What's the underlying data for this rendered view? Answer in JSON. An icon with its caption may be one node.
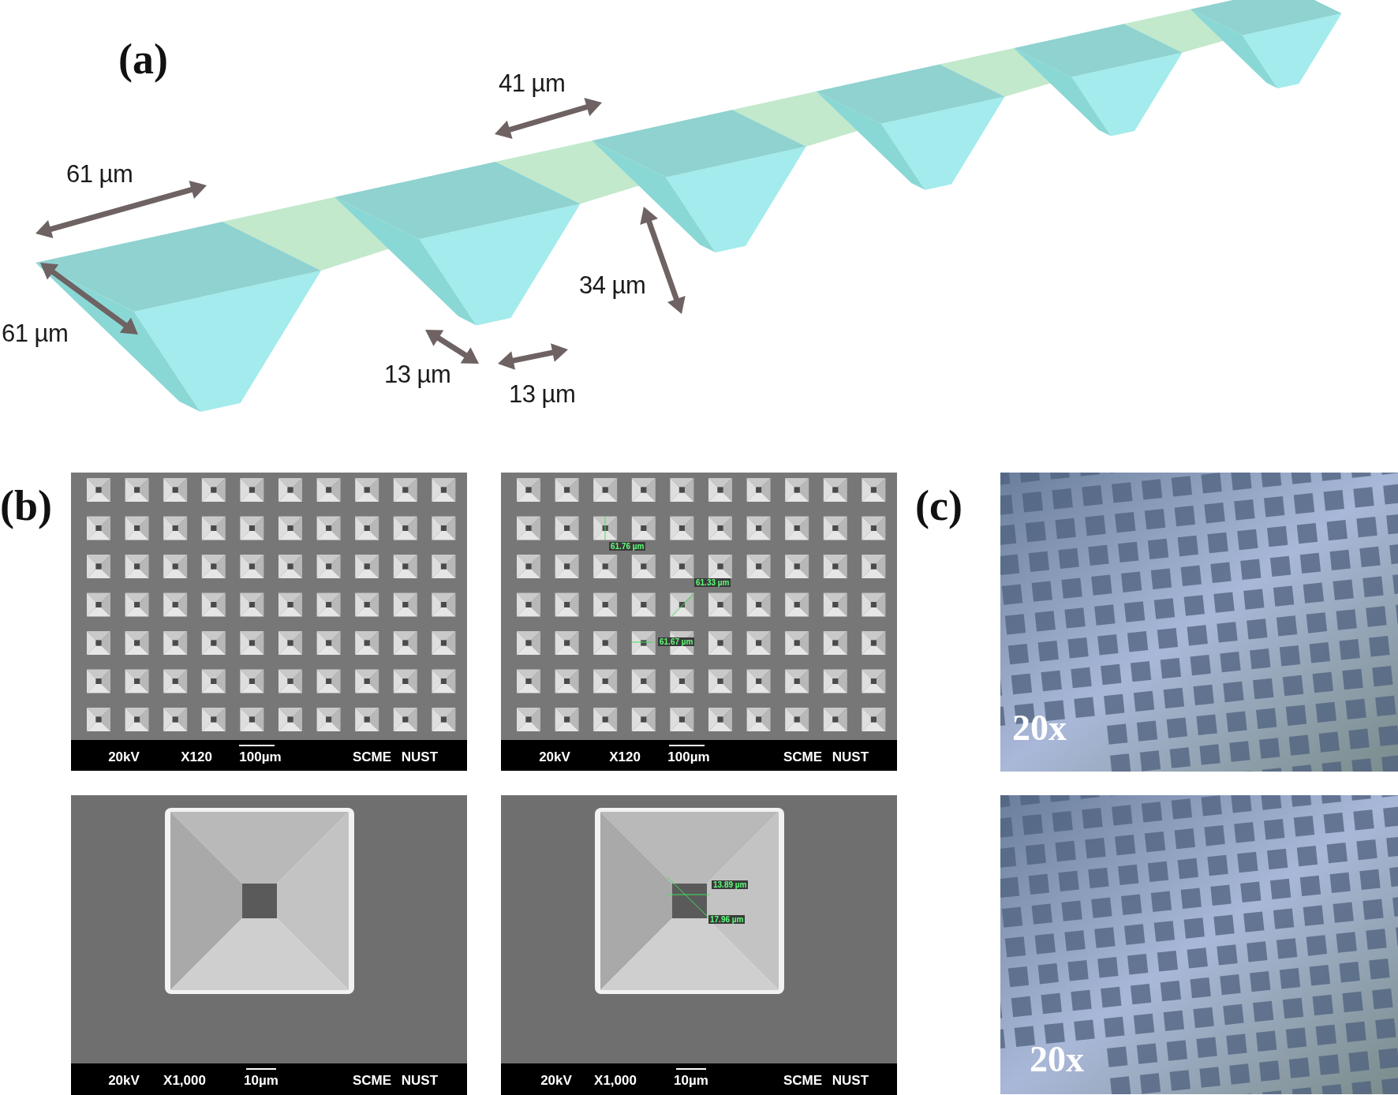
{
  "diagram": {
    "labels": [
      "(a)",
      "41 µm",
      "61 µm",
      "61 µm",
      "34 µm",
      "13 µm",
      "13 µm",
      "(b)",
      "(c)",
      "20kV",
      "X120",
      "100µm",
      "SCME NUST",
      "61.76 µm",
      "61.33 µm",
      "61.67 µm",
      "20kV",
      "X120",
      "100µm",
      "SCME NUST",
      "20x",
      "20kV",
      "X1,000",
      "10µm",
      "SCME NUST",
      "13.89 µm",
      "17.96 µm",
      "20kV",
      "X1,000",
      "10µm",
      "SCME NUST",
      "20x"
    ]
  }
}
